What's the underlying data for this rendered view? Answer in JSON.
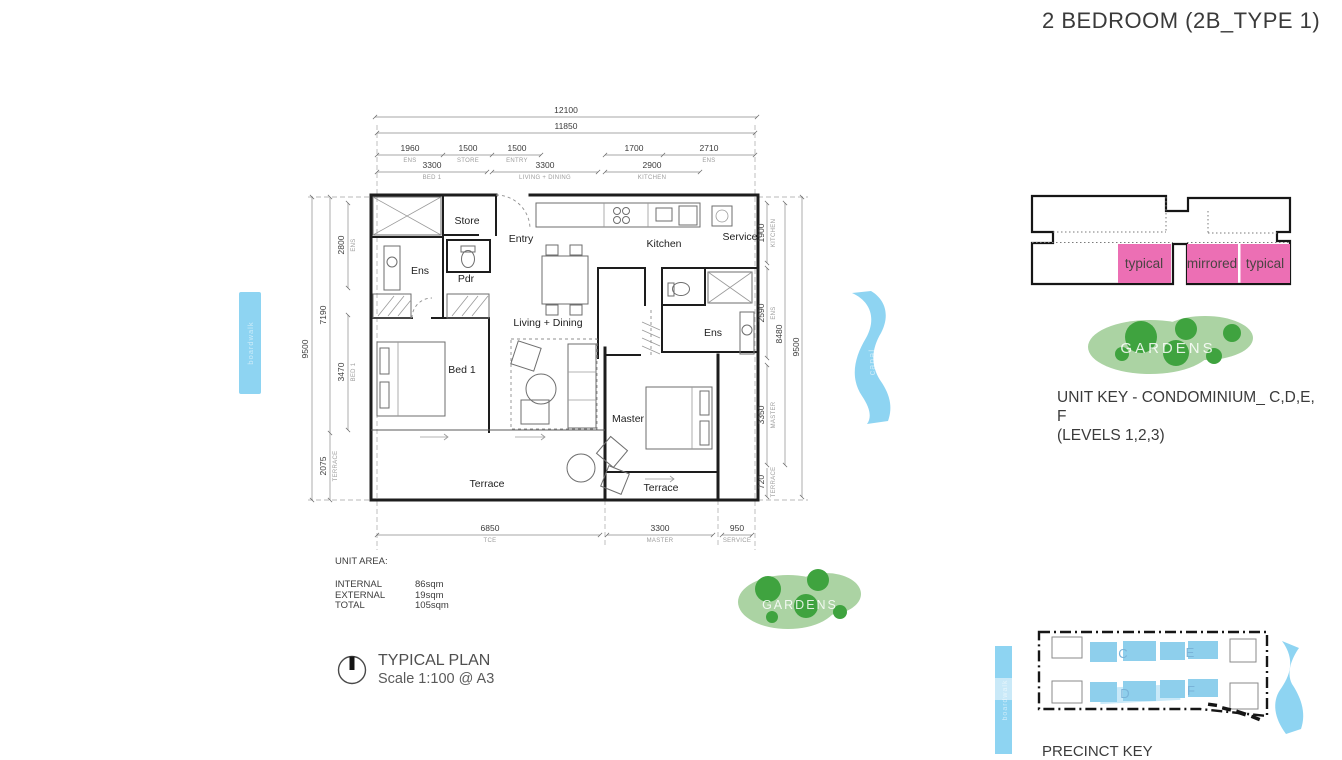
{
  "title": "2 BEDROOM (2B_TYPE 1)",
  "plan": {
    "rooms": {
      "store": "Store",
      "entry": "Entry",
      "kitchen": "Kitchen",
      "service": "Service",
      "ens_left": "Ens",
      "pdr": "Pdr",
      "living": "Living + Dining",
      "bed1": "Bed 1",
      "ens_right": "Ens",
      "master": "Master",
      "terrace_left": "Terrace",
      "terrace_right": "Terrace"
    },
    "dims": {
      "overall_width": "12100",
      "inner_width": "11850",
      "top_segs": [
        {
          "v": "1960",
          "l": "ENS"
        },
        {
          "v": "1500",
          "l": "STORE"
        },
        {
          "v": "1500",
          "l": "ENTRY"
        },
        {
          "v": "1700",
          "l": ""
        },
        {
          "v": "2710",
          "l": "ENS"
        }
      ],
      "top_segs2": [
        {
          "v": "3300",
          "l": "BED 1"
        },
        {
          "v": "3300",
          "l": "LIVING + DINING"
        },
        {
          "v": "2900",
          "l": "KITCHEN"
        }
      ],
      "left_outer": "9500",
      "left_mid": [
        {
          "v": "7190",
          "l": ""
        },
        {
          "v": "2075",
          "l": "TERRACE"
        }
      ],
      "left_inner": [
        {
          "v": "2800",
          "l": "ENS"
        },
        {
          "v": "3470",
          "l": "BED 1"
        }
      ],
      "right_inner": [
        {
          "v": "1900",
          "l": "KITCHEN"
        },
        {
          "v": "2590",
          "l": "ENS"
        },
        {
          "v": "3350",
          "l": "MASTER"
        },
        {
          "v": "720",
          "l": "TERRACE"
        }
      ],
      "right_mid": "8480",
      "right_outer": "9500",
      "bottom": [
        {
          "v": "6850",
          "l": "TCE"
        },
        {
          "v": "3300",
          "l": "MASTER"
        },
        {
          "v": "950",
          "l": "SERVICE"
        }
      ]
    },
    "area": {
      "heading": "UNIT AREA:",
      "rows": [
        [
          "INTERNAL",
          "86sqm"
        ],
        [
          "EXTERNAL",
          "19sqm"
        ],
        [
          "TOTAL",
          "105sqm"
        ]
      ]
    },
    "caption": {
      "line1": "TYPICAL PLAN",
      "line2": "Scale 1:100 @ A3"
    }
  },
  "unit_key": {
    "labels": [
      "typical",
      "mirrored",
      "typical"
    ],
    "caption_lines": [
      "UNIT KEY - CONDOMINIUM_ C,D,E,",
      "F",
      "(LEVELS 1,2,3)"
    ]
  },
  "gardens_label": "GARDENS",
  "precinct": {
    "caption": "PRECINCT KEY",
    "blocks": [
      "C",
      "E",
      "D",
      "F"
    ],
    "canal_label": "canal",
    "boardwalk_label": "boardwalk"
  },
  "colors": {
    "pink": "#ec6fb4",
    "blue_block": "#8ecfec",
    "blue_light": "#c9e9f8",
    "blue_strip": "#8ed4f2",
    "green_blob": "#abd3a3",
    "green_circle": "#3fa33f"
  }
}
